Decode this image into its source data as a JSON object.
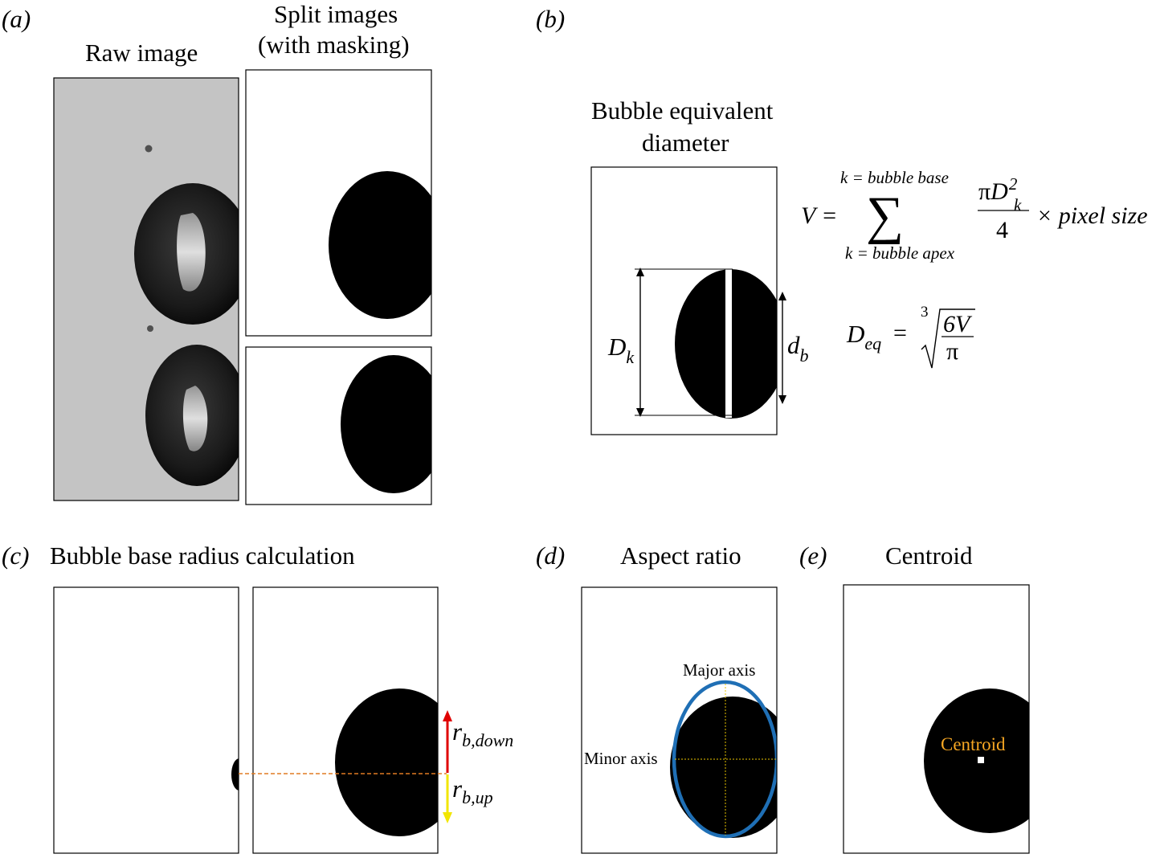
{
  "panel_a": {
    "letter": "(a)",
    "raw_title": "Raw image",
    "split_title_1": "Split images",
    "split_title_2": "(with masking)"
  },
  "panel_b": {
    "letter": "(b)",
    "title_1": "Bubble equivalent",
    "title_2": "diameter",
    "Dk_main": "D",
    "Dk_sub": "k",
    "db_main": "d",
    "db_sub": "b",
    "volume_lhs": "V =",
    "sum_upper": "k = bubble base",
    "sum_lower": "k = bubble apex",
    "sum_symbol": "∑",
    "frac_num_pi": "π",
    "frac_num_D": "D",
    "frac_num_exp": "2",
    "frac_num_sub": "k",
    "frac_den": "4",
    "times_text": "× pixel size",
    "deq_main": "D",
    "deq_sub": "eq",
    "deq_equals": "=",
    "root_index": "3",
    "root_num": "6V",
    "root_den": "π"
  },
  "panel_c": {
    "letter": "(c)",
    "title": "Bubble base radius calculation",
    "r_main": "r",
    "r_down_sub": "b,down",
    "r_up_sub": "b,up"
  },
  "panel_d": {
    "letter": "(d)",
    "title": "Aspect ratio",
    "major_label": "Major axis",
    "minor_label": "Minor axis"
  },
  "panel_e": {
    "letter": "(e)",
    "title": "Centroid",
    "centroid_label": "Centroid"
  },
  "colors": {
    "ellipse": "#1f6fb5",
    "guide_line": "#e07b22",
    "arrow_down": "#e00000",
    "arrow_up": "#f2e600",
    "centroid": "#f5a623",
    "raw_bg": "#c4c4c4"
  }
}
